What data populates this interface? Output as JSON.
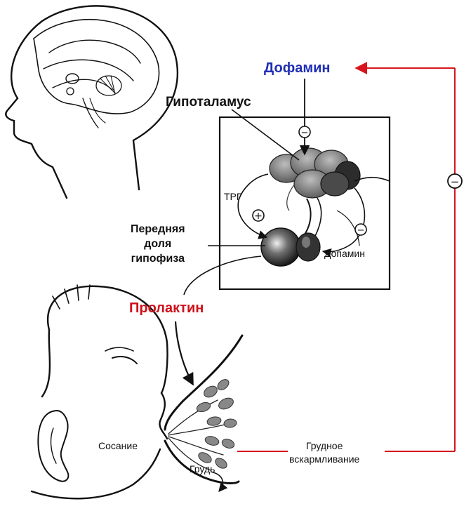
{
  "labels": {
    "dopamine": "Дофамин",
    "hypothalamus": "Гипоталамус",
    "trg": "ТРГ",
    "pituitary_line1": "Передняя",
    "pituitary_line2": "доля",
    "pituitary_line3": "гипофиза",
    "dopamin_small": "Допамин",
    "prolactin": "Пролактин",
    "suckling": "Сосание",
    "feeding_line1": "Грудное",
    "feeding_line2": "вскармливание",
    "breast": "Грудь"
  },
  "signs": {
    "minus": "−",
    "plus": "+"
  },
  "colors": {
    "dopamine_text": "#1f2fb5",
    "prolactin_text": "#d0101a",
    "feedback_line": "#d8151c",
    "ink": "#111111"
  }
}
